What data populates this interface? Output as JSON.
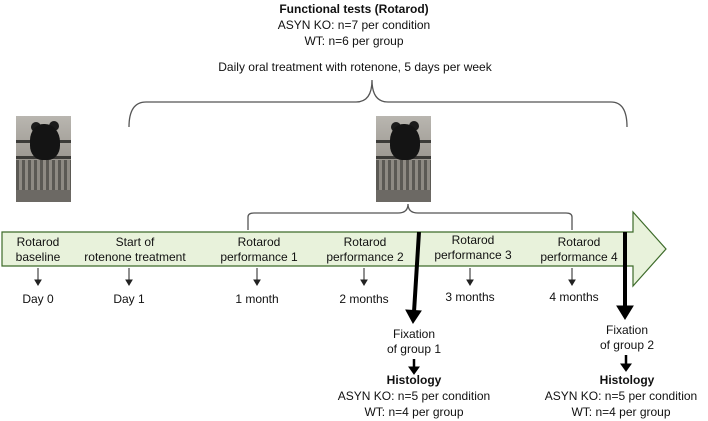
{
  "header": {
    "title": "Functional tests (Rotarod)",
    "line1": "ASYN KO: n=7 per condition",
    "line2": "WT: n=6 per group",
    "treatment": "Daily oral treatment with rotenone, 5 days per week"
  },
  "timeline": {
    "stages": [
      {
        "label1": "Rotarod",
        "label2": "baseline",
        "time": "Day 0"
      },
      {
        "label1": "Start of",
        "label2": "rotenone treatment",
        "time": "Day 1"
      },
      {
        "label1": "Rotarod",
        "label2": "performance 1",
        "time": "1 month"
      },
      {
        "label1": "Rotarod",
        "label2": "performance 2",
        "time": "2 months"
      },
      {
        "label1": "Rotarod",
        "label2": "performance 3",
        "time": "3 months"
      },
      {
        "label1": "Rotarod",
        "label2": "performance 4",
        "time": "4 months"
      }
    ]
  },
  "fixations": [
    {
      "line1": "Fixation",
      "line2": "of group 1",
      "histology": "Histology",
      "h1": "ASYN KO: n=5 per condition",
      "h2": "WT: n=4 per group"
    },
    {
      "line1": "Fixation",
      "line2": "of group 2",
      "histology": "Histology",
      "h1": "ASYN KO: n=5 per condition",
      "h2": "WT: n=4 per group"
    }
  ],
  "colors": {
    "timeline_fill": "#e8f2db",
    "timeline_stroke": "#3d6b2a",
    "line": "#222222"
  }
}
